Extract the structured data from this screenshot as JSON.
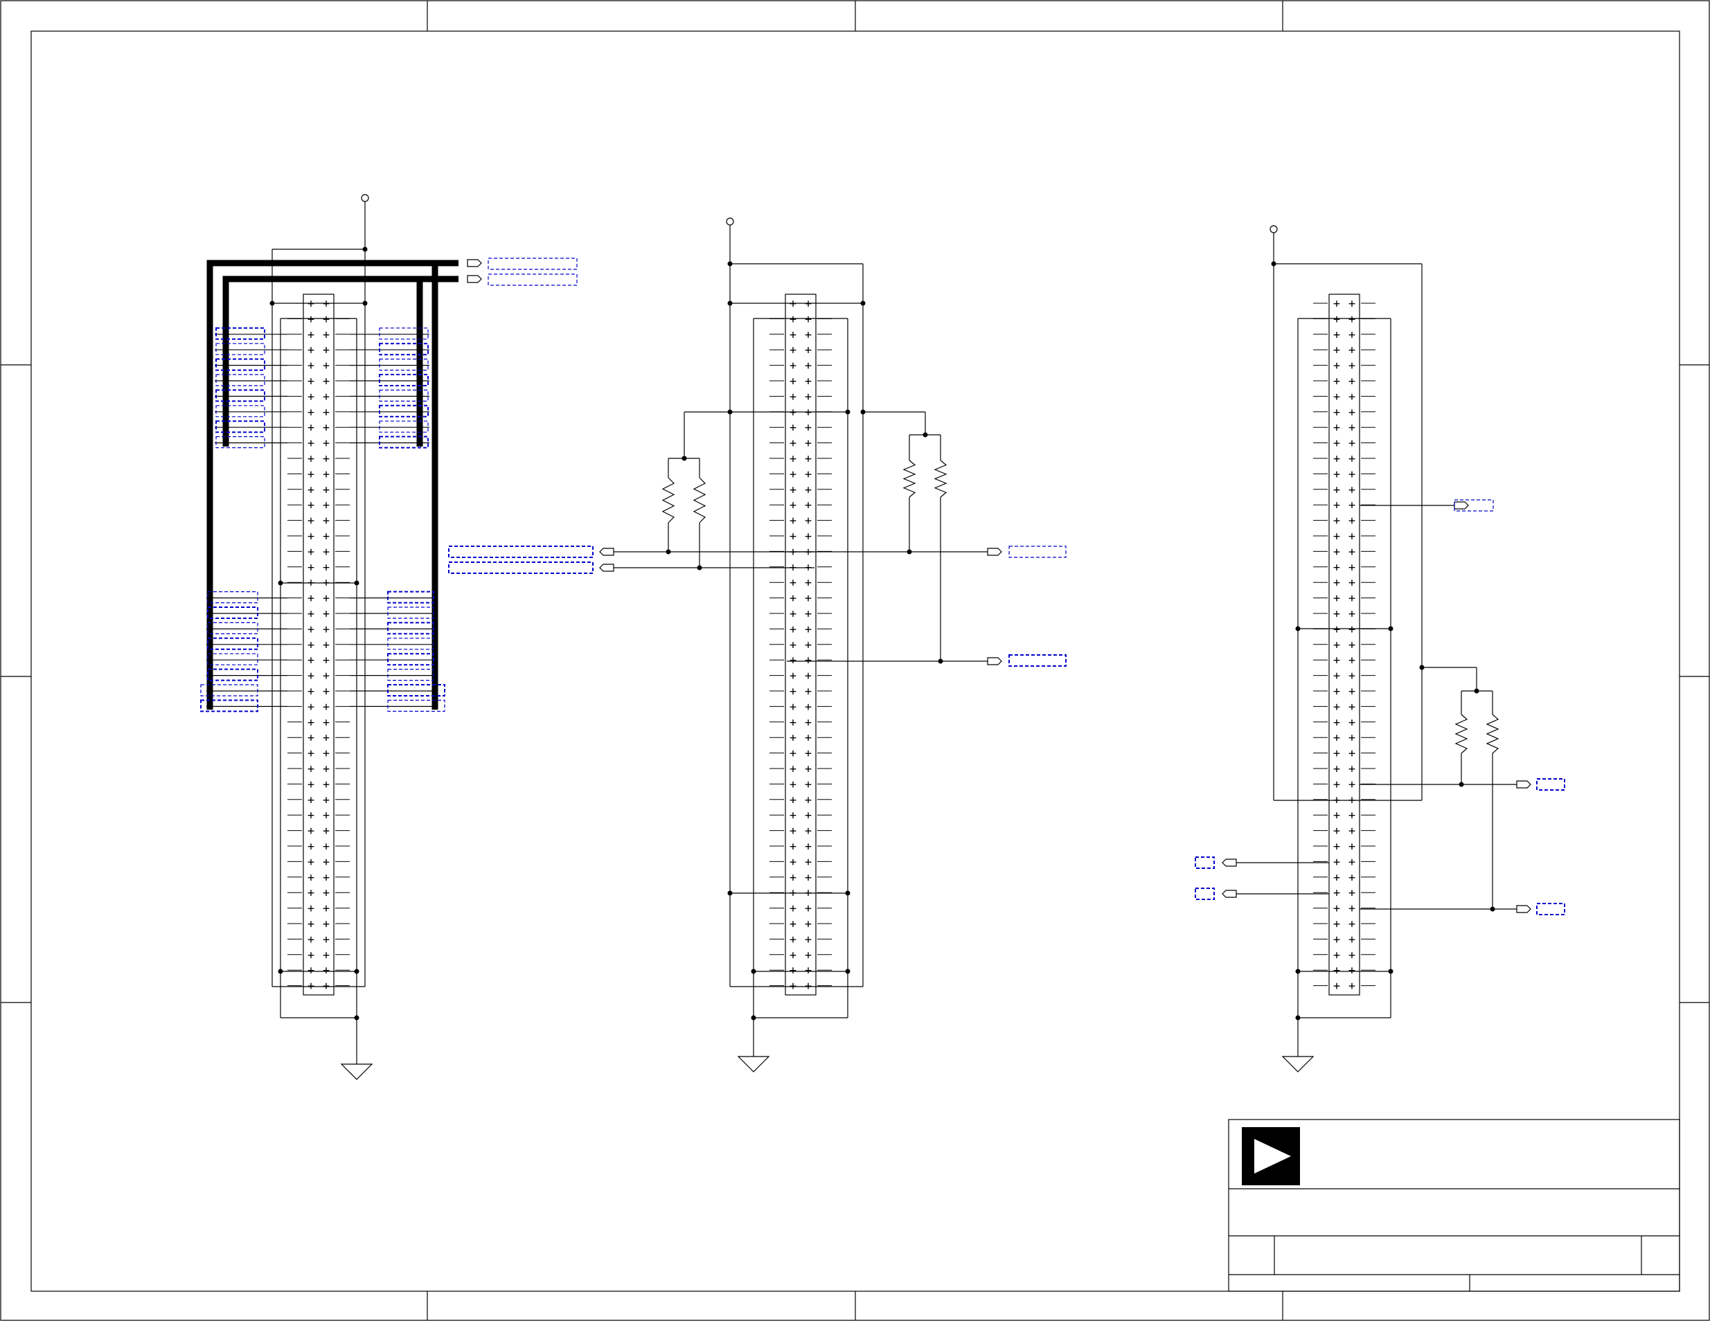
{
  "sheet": {
    "border_color": "#000000",
    "net_label_color": "#0000cc",
    "bus_color": "#000000",
    "logo_icon": "play-triangle-icon"
  },
  "connectors": [
    {
      "id": "left",
      "pin_rows": 45
    },
    {
      "id": "center",
      "pin_rows": 45
    },
    {
      "id": "right",
      "pin_rows": 45
    }
  ],
  "title_block": {
    "logo": "play-triangle-icon"
  }
}
